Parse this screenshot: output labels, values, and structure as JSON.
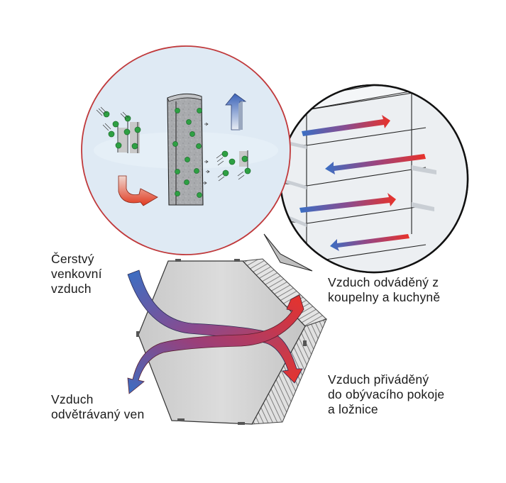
{
  "diagram": {
    "title": "Heat recovery ventilation exchanger",
    "labels": {
      "fresh_outdoor_air": "Čerstvý\nvenkovní\nvzduch",
      "air_extracted": "Vzduch odváděný z\nkoupelny a kuchyně",
      "air_supplied": "Vzduch přiváděný\ndo obývacího pokoje\na ložnice",
      "air_vented_out": "Vzduch\nodvětrávaný ven"
    },
    "colors": {
      "cold_air": "#3a6fc4",
      "warm_air": "#e8322a",
      "core_grey": "#d4d4d4",
      "inset_circle_bg": "#dfeaf4",
      "inset_circle_border": "#c0393b",
      "molecule": "#2ea043",
      "plates_bg": "#eceff1"
    },
    "insets": [
      {
        "name": "moisture-transfer-detail",
        "description": "membrane with water molecules passing through"
      },
      {
        "name": "plate-exchanger-detail",
        "description": "counter-flow plates with alternating warm/cold airflows"
      }
    ],
    "plate_flows": [
      "right",
      "left",
      "right",
      "left"
    ]
  }
}
